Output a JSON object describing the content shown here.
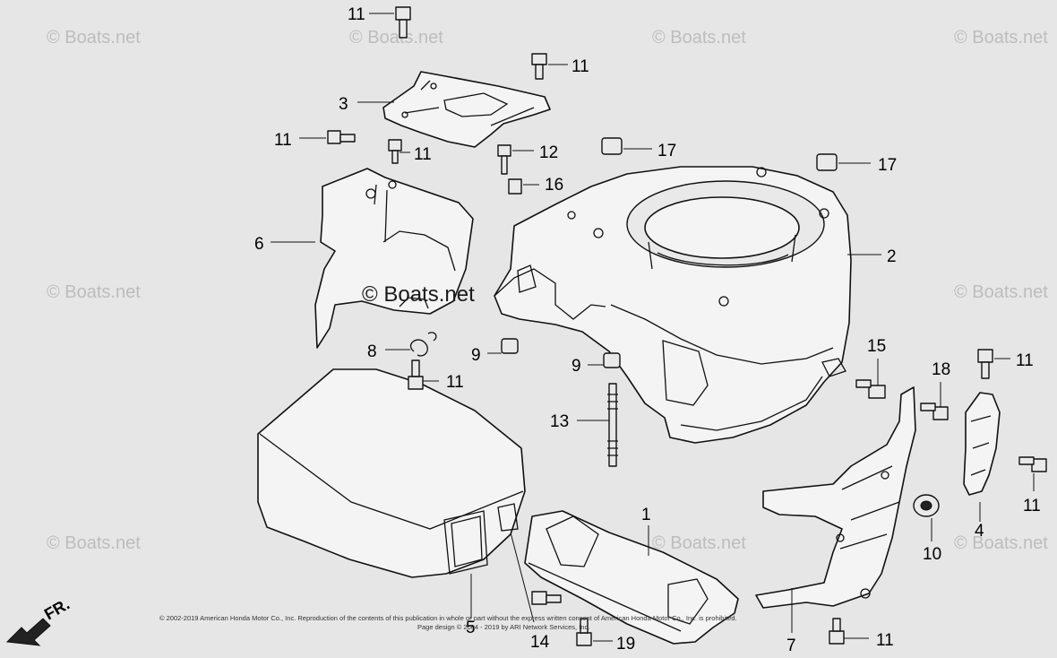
{
  "watermark": "© Boats.net",
  "watermark_center": "© Boats.net",
  "copyright_line1": "© 2002-2019 American Honda Motor Co., Inc. Reproduction of the contents of this publication in whole or part without the express written consent of American Honda Motor Co., Inc. is prohibited.",
  "copyright_line2": "Page design © 2004 - 2019 by ARI Network Services, Inc.",
  "direction_label": "FR.",
  "callouts": {
    "c11a": "11",
    "c11b": "11",
    "c11c": "11",
    "c11d": "11",
    "c11e": "11",
    "c11f": "11",
    "c11g": "11",
    "c11h": "11",
    "c3": "3",
    "c6": "6",
    "c8": "8",
    "c12": "12",
    "c16": "16",
    "c17a": "17",
    "c17b": "17",
    "c2": "2",
    "c9a": "9",
    "c9b": "9",
    "c13": "13",
    "c15": "15",
    "c18": "18",
    "c4": "4",
    "c5": "5",
    "c14": "14",
    "c19": "19",
    "c1": "1",
    "c10": "10",
    "c7": "7"
  }
}
